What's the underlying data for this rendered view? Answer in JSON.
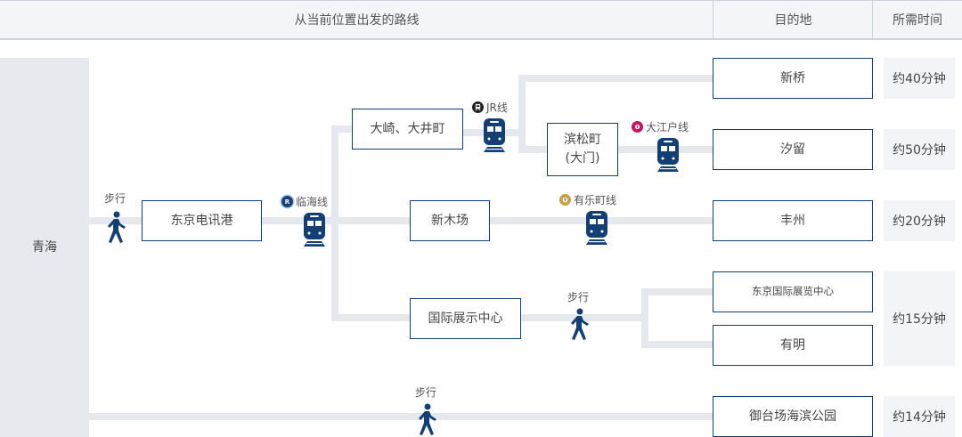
{
  "header": {
    "route_col": "从当前位置出发的路线",
    "dest_col": "目的地",
    "time_col": "所需时间"
  },
  "origin": "青海",
  "stations": {
    "telecom": "东京电讯港",
    "osaki": "大崎、大井町",
    "shinkiba": "新木场",
    "hamamatsucho_1": "滨松町",
    "hamamatsucho_2": "(大门)",
    "big_sight": "国际展示中心"
  },
  "transport": {
    "walk": "步行",
    "rinkai": "临海线",
    "jr": "JR线",
    "oedo": "大江户线",
    "yurakucho": "有乐町线"
  },
  "line_badges": {
    "rinkai": {
      "letter": "R",
      "color": "#1b3f7a",
      "ring": "#9fd3e0"
    },
    "jr": {
      "letter": "JR",
      "color": "#222222"
    },
    "oedo": {
      "letter": "E",
      "color": "#c8135e"
    },
    "yurakucho": {
      "letter": "Y",
      "color": "#c9a04a"
    }
  },
  "destinations": [
    {
      "name": "新桥",
      "time": "约40分钟"
    },
    {
      "name": "汐留",
      "time": "约50分钟"
    },
    {
      "name": "丰州",
      "time": "约20分钟"
    },
    {
      "name": "东京国际展览中心",
      "time": "约15分钟"
    },
    {
      "name": "有明",
      "time": ""
    },
    {
      "name": "御台场海滨公园",
      "time": "约14分钟"
    }
  ],
  "colors": {
    "icon_blue": "#133f75",
    "line_gray": "#e5e8ed",
    "origin_bg": "#e6e9ee",
    "time_bg": "#f3f4f8"
  }
}
